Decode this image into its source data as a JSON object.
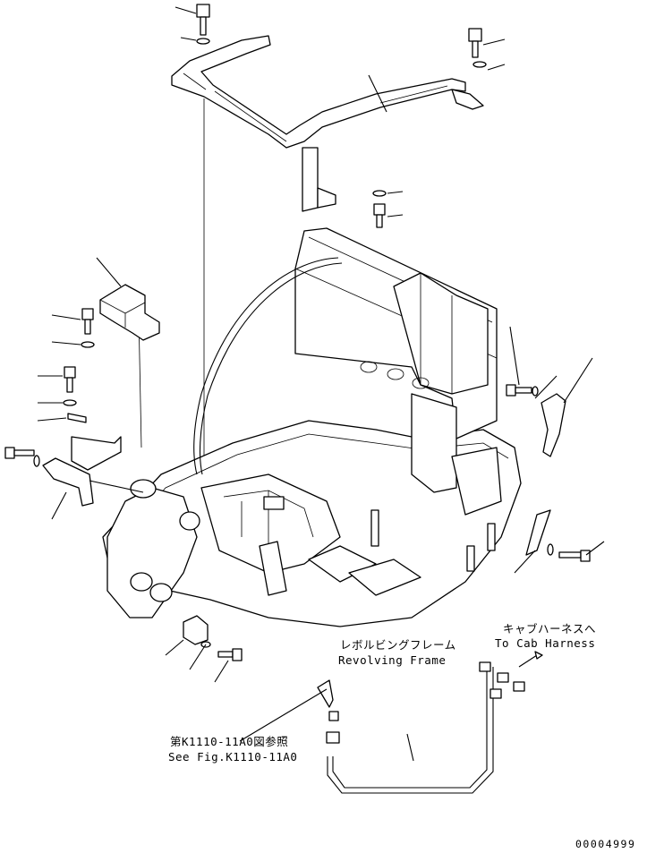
{
  "labels": {
    "cab_harness_jp": "キャブハーネスへ",
    "cab_harness_en": "To Cab Harness",
    "frame_jp": "レボルビングフレーム",
    "frame_en": "Revolving Frame",
    "see_fig_jp": "第K1110-11A0図参照",
    "see_fig_en": "See Fig.K1110-11A0",
    "drawing_number": "00004999"
  }
}
